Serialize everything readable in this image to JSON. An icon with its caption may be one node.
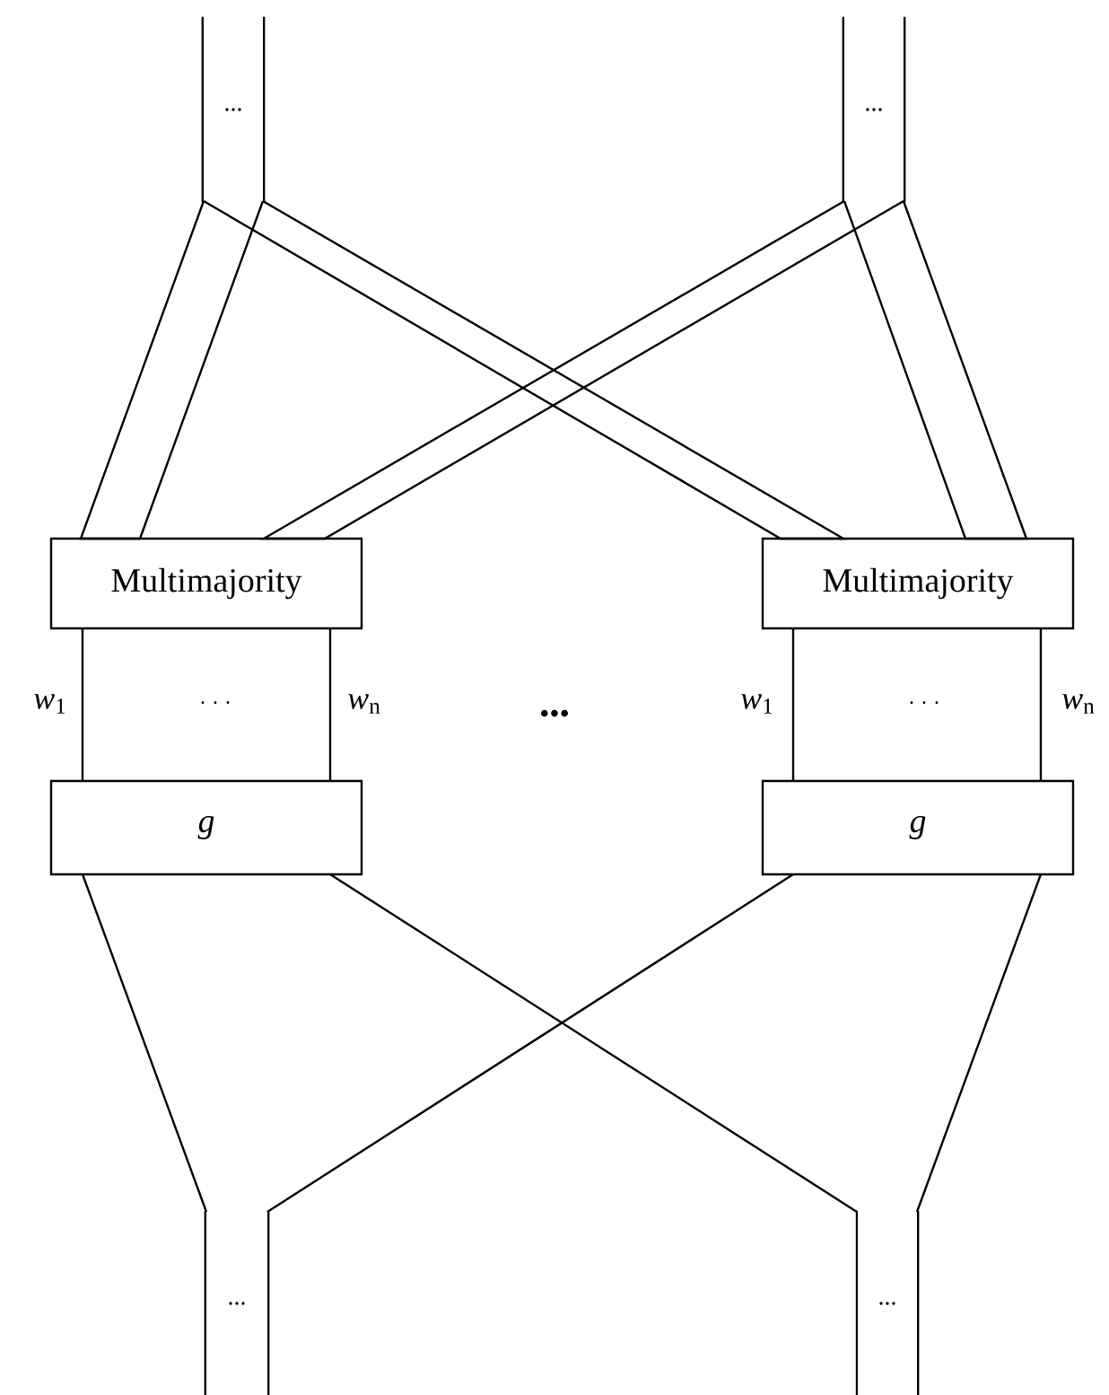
{
  "diagram": {
    "nodes": [
      {
        "text": [
          "..."
        ]
      },
      {
        "text": [
          "..."
        ]
      },
      {
        "text": [
          "Multimajority"
        ]
      },
      {
        "text": [
          "Multimajority"
        ]
      },
      {
        "text": [
          "*g*"
        ]
      },
      {
        "text": [
          "*g*"
        ]
      },
      {
        "text": [
          "..."
        ]
      },
      {
        "text": [
          "..."
        ]
      }
    ],
    "edges": [
      {
        "from": 0,
        "to": 2,
        "arrow": "none"
      },
      {
        "from": 0,
        "to": 3,
        "arrow": "none"
      },
      {
        "from": 1,
        "to": 2,
        "arrow": "none"
      },
      {
        "from": 1,
        "to": 3,
        "arrow": "none"
      },
      {
        "from": 2,
        "to": 4,
        "arrow": "none",
        "label": "*w*$_{1}$"
      },
      {
        "from": 2,
        "to": 4,
        "arrow": "none",
        "label": "*w*$_{n}$"
      },
      {
        "from": 3,
        "to": 5,
        "arrow": "none",
        "label": "*w*$_{1}$"
      },
      {
        "from": 3,
        "to": 5,
        "arrow": "none",
        "label": "*w*$_{n}$"
      },
      {
        "from": 4,
        "to": 6,
        "arrow": "none"
      },
      {
        "from": 4,
        "to": 7,
        "arrow": "none"
      },
      {
        "from": 5,
        "to": 6,
        "arrow": "none"
      },
      {
        "from": 5,
        "to": 7,
        "arrow": "none"
      }
    ],
    "labels": [
      "· · ·",
      "•••",
      "· · ·"
    ]
  }
}
